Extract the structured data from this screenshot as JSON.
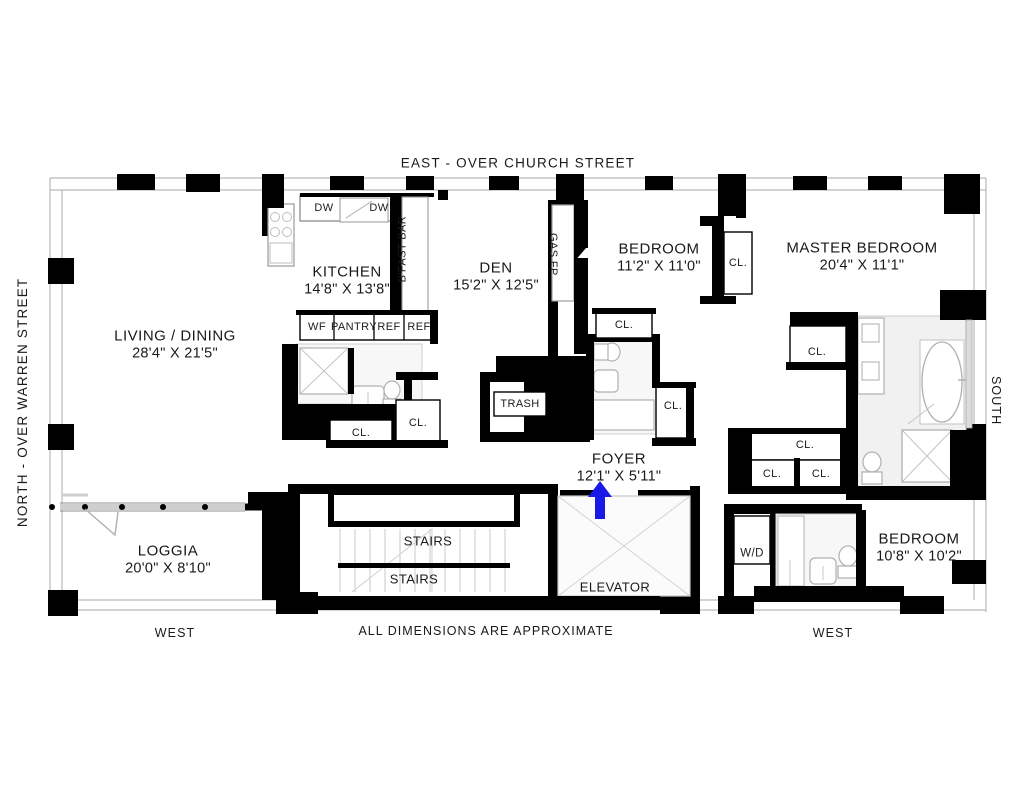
{
  "document": {
    "type": "residential-floor-plan",
    "footnote": "ALL DIMENSIONS ARE APPROXIMATE"
  },
  "orientation": {
    "top": "East - Over Church Street",
    "left": "North - Over Warren Street",
    "right": "South",
    "bottom_left": "West",
    "bottom_right": "West"
  },
  "rooms": [
    {
      "key": "living_dining",
      "name": "Living / Dining",
      "dimensions": "28'4\"  x  21'5\""
    },
    {
      "key": "kitchen",
      "name": "Kitchen",
      "dimensions": "14'8\"  x  13'8\""
    },
    {
      "key": "den",
      "name": "Den",
      "dimensions": "15'2\"  x  12'5\""
    },
    {
      "key": "bedroom2",
      "name": "Bedroom",
      "dimensions": "11'2\"  x  11'0\""
    },
    {
      "key": "master",
      "name": "Master Bedroom",
      "dimensions": "20'4\"  x  11'1\""
    },
    {
      "key": "bedroom3",
      "name": "Bedroom",
      "dimensions": "10'8\"  x  10'2\""
    },
    {
      "key": "foyer",
      "name": "Foyer",
      "dimensions": "12'1\"  x  5'11\""
    },
    {
      "key": "loggia",
      "name": "Loggia",
      "dimensions": "20'0\"  x  8'10\""
    }
  ],
  "fixtures": {
    "dishwasher_left": "DW",
    "dishwasher_right": "DW",
    "breakfast_bar": "B'fast Bar",
    "gas_fireplace": "Gas FP",
    "wine_fridge": "WF",
    "pantry": "Pantry",
    "refrigerator_1": "Ref",
    "refrigerator_2": "Ref",
    "trash": "Trash",
    "washer_dryer": "W/D"
  },
  "circulation": {
    "stairs_upper": "Stairs",
    "stairs_lower": "Stairs",
    "elevator": "Elevator",
    "entry_arrow": "entry-direction-arrow"
  },
  "closets": [
    {
      "key": "cl_kitchen_bath",
      "label": "Cl."
    },
    {
      "key": "cl_hall_a",
      "label": "Cl."
    },
    {
      "key": "cl_den_upper",
      "label": "Cl."
    },
    {
      "key": "cl_bedroom2",
      "label": "Cl."
    },
    {
      "key": "cl_foyer_right",
      "label": "Cl."
    },
    {
      "key": "cl_master_left",
      "label": "Cl."
    },
    {
      "key": "cl_master_wide",
      "label": "Cl."
    },
    {
      "key": "cl_master_low_a",
      "label": "Cl."
    },
    {
      "key": "cl_master_low_b",
      "label": "Cl."
    }
  ],
  "colors": {
    "wall": "#000000",
    "floor": "#ffffff",
    "tile": "#f2f2f2",
    "fixture_line": "#a8a8a8",
    "text": "#1a1a1a",
    "arrow": "#1a1ae6",
    "glass": "#e8e8e8"
  }
}
